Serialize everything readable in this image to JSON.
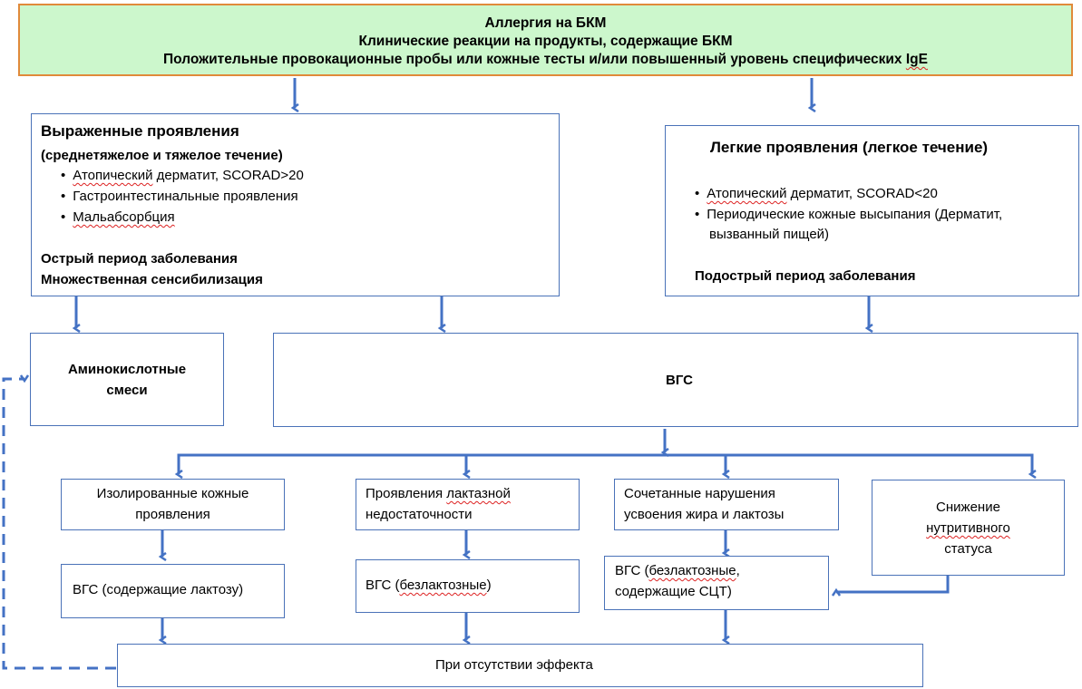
{
  "top": {
    "line1": "Аллергия на БКМ",
    "line2": "Клинические реакции на продукты, содержащие БКМ",
    "line3a": "Положительные провокационные пробы или кожные тесты и/или повышенный уровень специфических ",
    "line3b": "IgE"
  },
  "severe": {
    "title": "Выраженные проявления",
    "subtitle": "(среднетяжелое и тяжелое течение)",
    "items": [
      {
        "a": "Атопический",
        "b": " дерматит, SCORAD>20"
      },
      {
        "a": "",
        "b": "Гастроинтестинальные  проявления"
      },
      {
        "a": "Мальабсорбция",
        "b": ""
      }
    ],
    "footer1": "Острый период заболевания",
    "footer2": "Множественная сенсибилизация"
  },
  "mild": {
    "title": "Легкие проявления (легкое течение)",
    "items": [
      {
        "a": "Атопический",
        "b": " дерматит, SCORAD<20"
      },
      {
        "a": "",
        "b": "Периодические  кожные высыпания (Дерматит,"
      }
    ],
    "item2_cont": "вызванный пищей)",
    "footer": "Подострый период заболевания"
  },
  "amino": {
    "line1": "Аминокислотные",
    "line2": "смеси"
  },
  "vgs": {
    "label": "ВГС"
  },
  "branches": [
    {
      "line1": "Изолированные кожные",
      "line2": "проявления"
    },
    {
      "line1a": "Проявления ",
      "line1b": "лактазной",
      "line2": "недостаточности"
    },
    {
      "line1": "Сочетанные  нарушения",
      "line2": "усвоения  жира и лактозы"
    },
    {
      "line1": "Снижение",
      "line2": "нутритивного",
      "line3": "статуса"
    }
  ],
  "results": [
    {
      "text": "ВГС  (содержащие лактозу)"
    },
    {
      "a": "ВГС (",
      "b": "безлактозные",
      "c": ")"
    },
    {
      "a": "ВГС (",
      "b": "безлактозные",
      "c": ",",
      "line2": "содержащие  СЦТ)"
    }
  ],
  "no_effect": {
    "label": "При отсутствии эффекта"
  },
  "colors": {
    "arrow": "#4472c4",
    "top_fill": "#ccf7cc",
    "top_border": "#e08a3a",
    "box_border": "#4a72b8"
  }
}
